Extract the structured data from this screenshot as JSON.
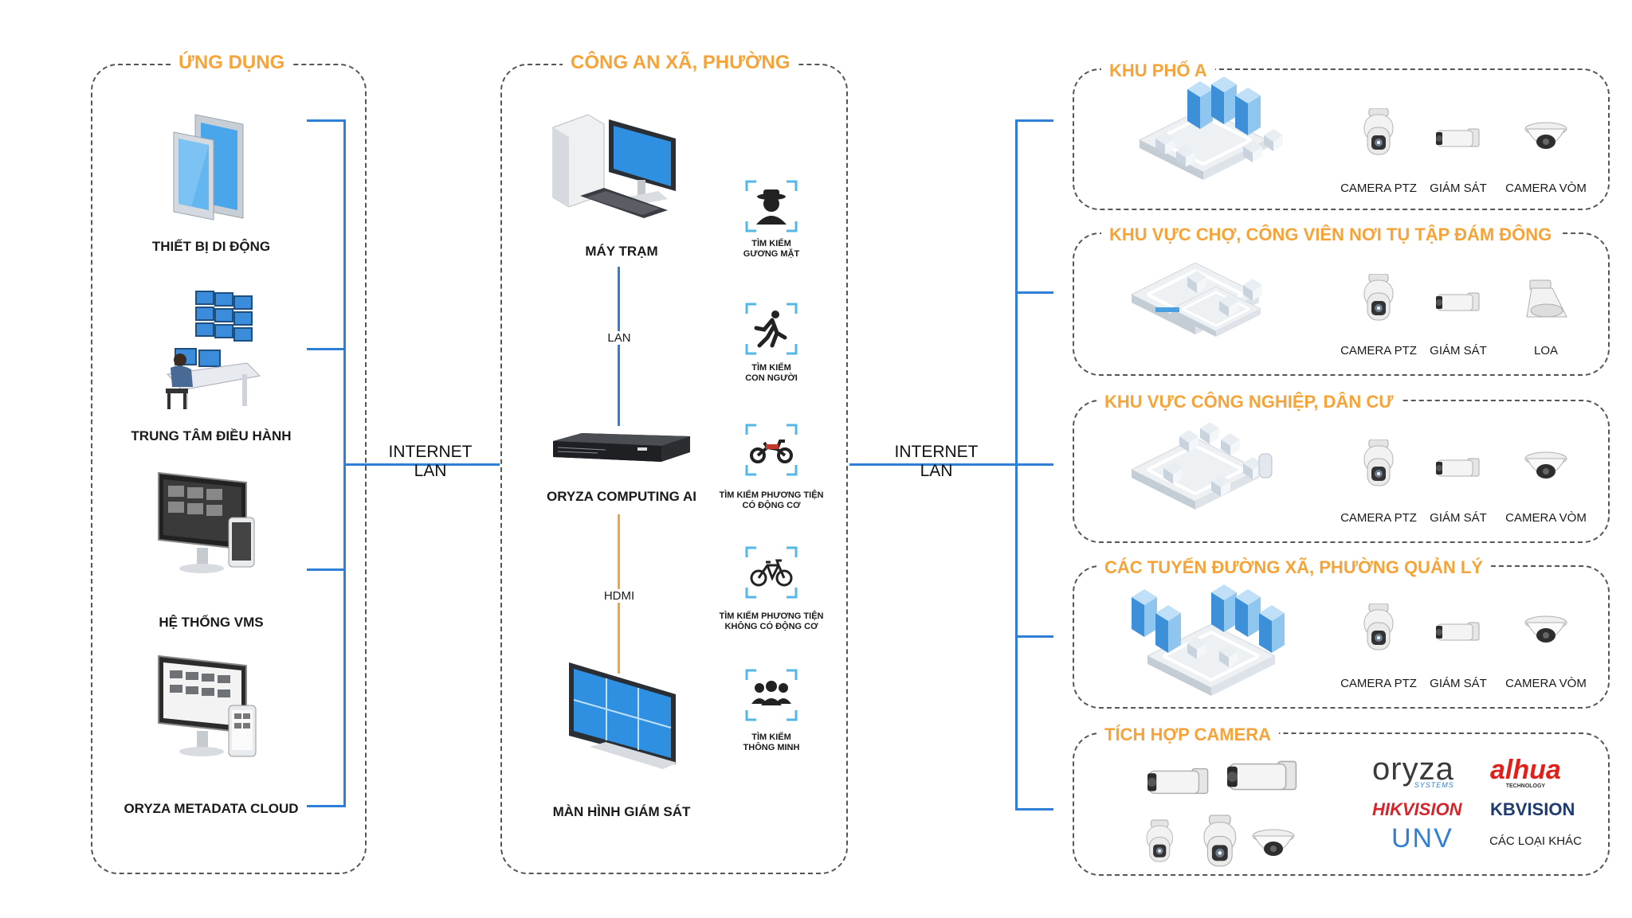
{
  "colors": {
    "accent": "#f6a33a",
    "line": "#2f7fd6",
    "text": "#1a1a1a"
  },
  "apps": {
    "title": "ỨNG DỤNG",
    "items": [
      "THIẾT BỊ DI ĐỘNG",
      "TRUNG TÂM ĐIỀU HÀNH",
      "HỆ THỐNG VMS",
      "ORYZA METADATA CLOUD"
    ]
  },
  "police": {
    "title": "CÔNG AN XÃ, PHƯỜNG",
    "workstation": "MÁY TRẠM",
    "lan": "LAN",
    "computing": "ORYZA COMPUTING AI",
    "hdmi": "HDMI",
    "monitor": "MÀN HÌNH GIÁM SÁT",
    "features": [
      {
        "l1": "TÌM KIẾM",
        "l2": "GƯƠNG MẶT",
        "icon": "face-search-icon"
      },
      {
        "l1": "TÌM KIẾM",
        "l2": "CON NGƯỜI",
        "icon": "person-running-icon"
      },
      {
        "l1": "TÌM KIẾM PHƯƠNG TIỆN",
        "l2": "CÓ ĐỘNG CƠ",
        "icon": "motorbike-icon"
      },
      {
        "l1": "TÌM KIẾM PHƯƠNG TIỆN",
        "l2": "KHÔNG CÓ ĐỘNG CƠ",
        "icon": "bicycle-icon"
      },
      {
        "l1": "TÌM KIẾM",
        "l2": "THÔNG MINH",
        "icon": "group-icon"
      }
    ]
  },
  "net_left": {
    "l1": "INTERNET",
    "l2": "LAN"
  },
  "net_right": {
    "l1": "INTERNET",
    "l2": "LAN"
  },
  "zones": [
    {
      "title": "KHU PHỐ A",
      "devices": [
        "CAMERA PTZ",
        "GIÁM SÁT",
        "CAMERA VÒM"
      ]
    },
    {
      "title": "KHU VỰC CHỢ, CÔNG VIÊN NƠI TỤ TẬP ĐÁM ĐÔNG",
      "devices": [
        "CAMERA PTZ",
        "GIÁM SÁT",
        "LOA"
      ]
    },
    {
      "title": "KHU VỰC CÔNG NGHIỆP, DÂN CƯ",
      "devices": [
        "CAMERA PTZ",
        "GIÁM SÁT",
        "CAMERA VÒM"
      ]
    },
    {
      "title": "CÁC TUYẾN ĐƯỜNG XÃ, PHƯỜNG QUẢN LÝ",
      "devices": [
        "CAMERA PTZ",
        "GIÁM SÁT",
        "CAMERA VÒM"
      ]
    }
  ],
  "integration": {
    "title": "TÍCH HỢP CAMERA",
    "brands": {
      "oryza": "oryza",
      "oryza_sub": "SYSTEMS",
      "dahua": "alhua",
      "dahua_sub": "TECHNOLOGY",
      "hikvision": "HIKVISION",
      "kbvision": "KBVISION",
      "unv": "UNV",
      "others": "CÁC LOẠI KHÁC"
    }
  }
}
